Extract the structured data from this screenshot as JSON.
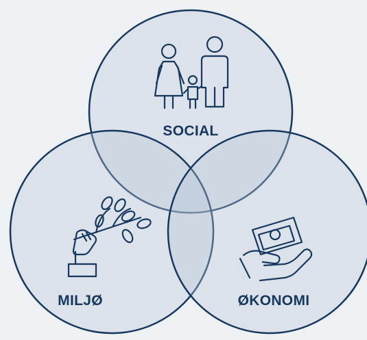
{
  "circles": {
    "social": {
      "label": "SOCIAL",
      "icon": "family-icon"
    },
    "miljo": {
      "label": "MILJØ",
      "icon": "hand-plant-icon"
    },
    "okonomi": {
      "label": "ØKONOMI",
      "icon": "hand-money-icon"
    }
  },
  "colors": {
    "stroke": "#17385e",
    "fill": "#d4dde7",
    "background": "#eef1f4"
  }
}
